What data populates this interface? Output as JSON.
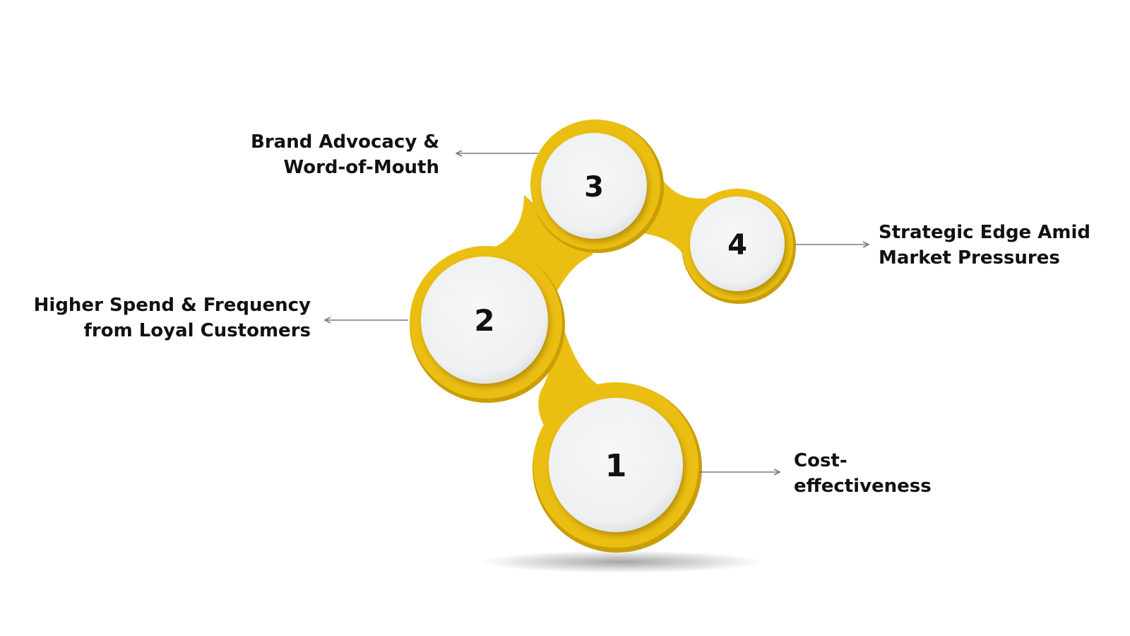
{
  "diagram": {
    "nodes": [
      {
        "number": "1",
        "label_lines": [
          "Cost-",
          "effectiveness"
        ]
      },
      {
        "number": "2",
        "label_lines": [
          "Higher Spend & Frequency",
          "from Loyal Customers"
        ]
      },
      {
        "number": "3",
        "label_lines": [
          "Brand Advocacy &",
          "Word-of-Mouth"
        ]
      },
      {
        "number": "4",
        "label_lines": [
          "Strategic Edge Amid",
          "Market Pressures"
        ]
      }
    ]
  },
  "colors": {
    "ring": "#EBBE12",
    "ring_dark": "#C99E05",
    "disc": "#F1F3F4",
    "arrow": "#7A7690",
    "text": "#111111"
  },
  "icons": [
    "arrow-left-icon",
    "arrow-right-icon"
  ]
}
